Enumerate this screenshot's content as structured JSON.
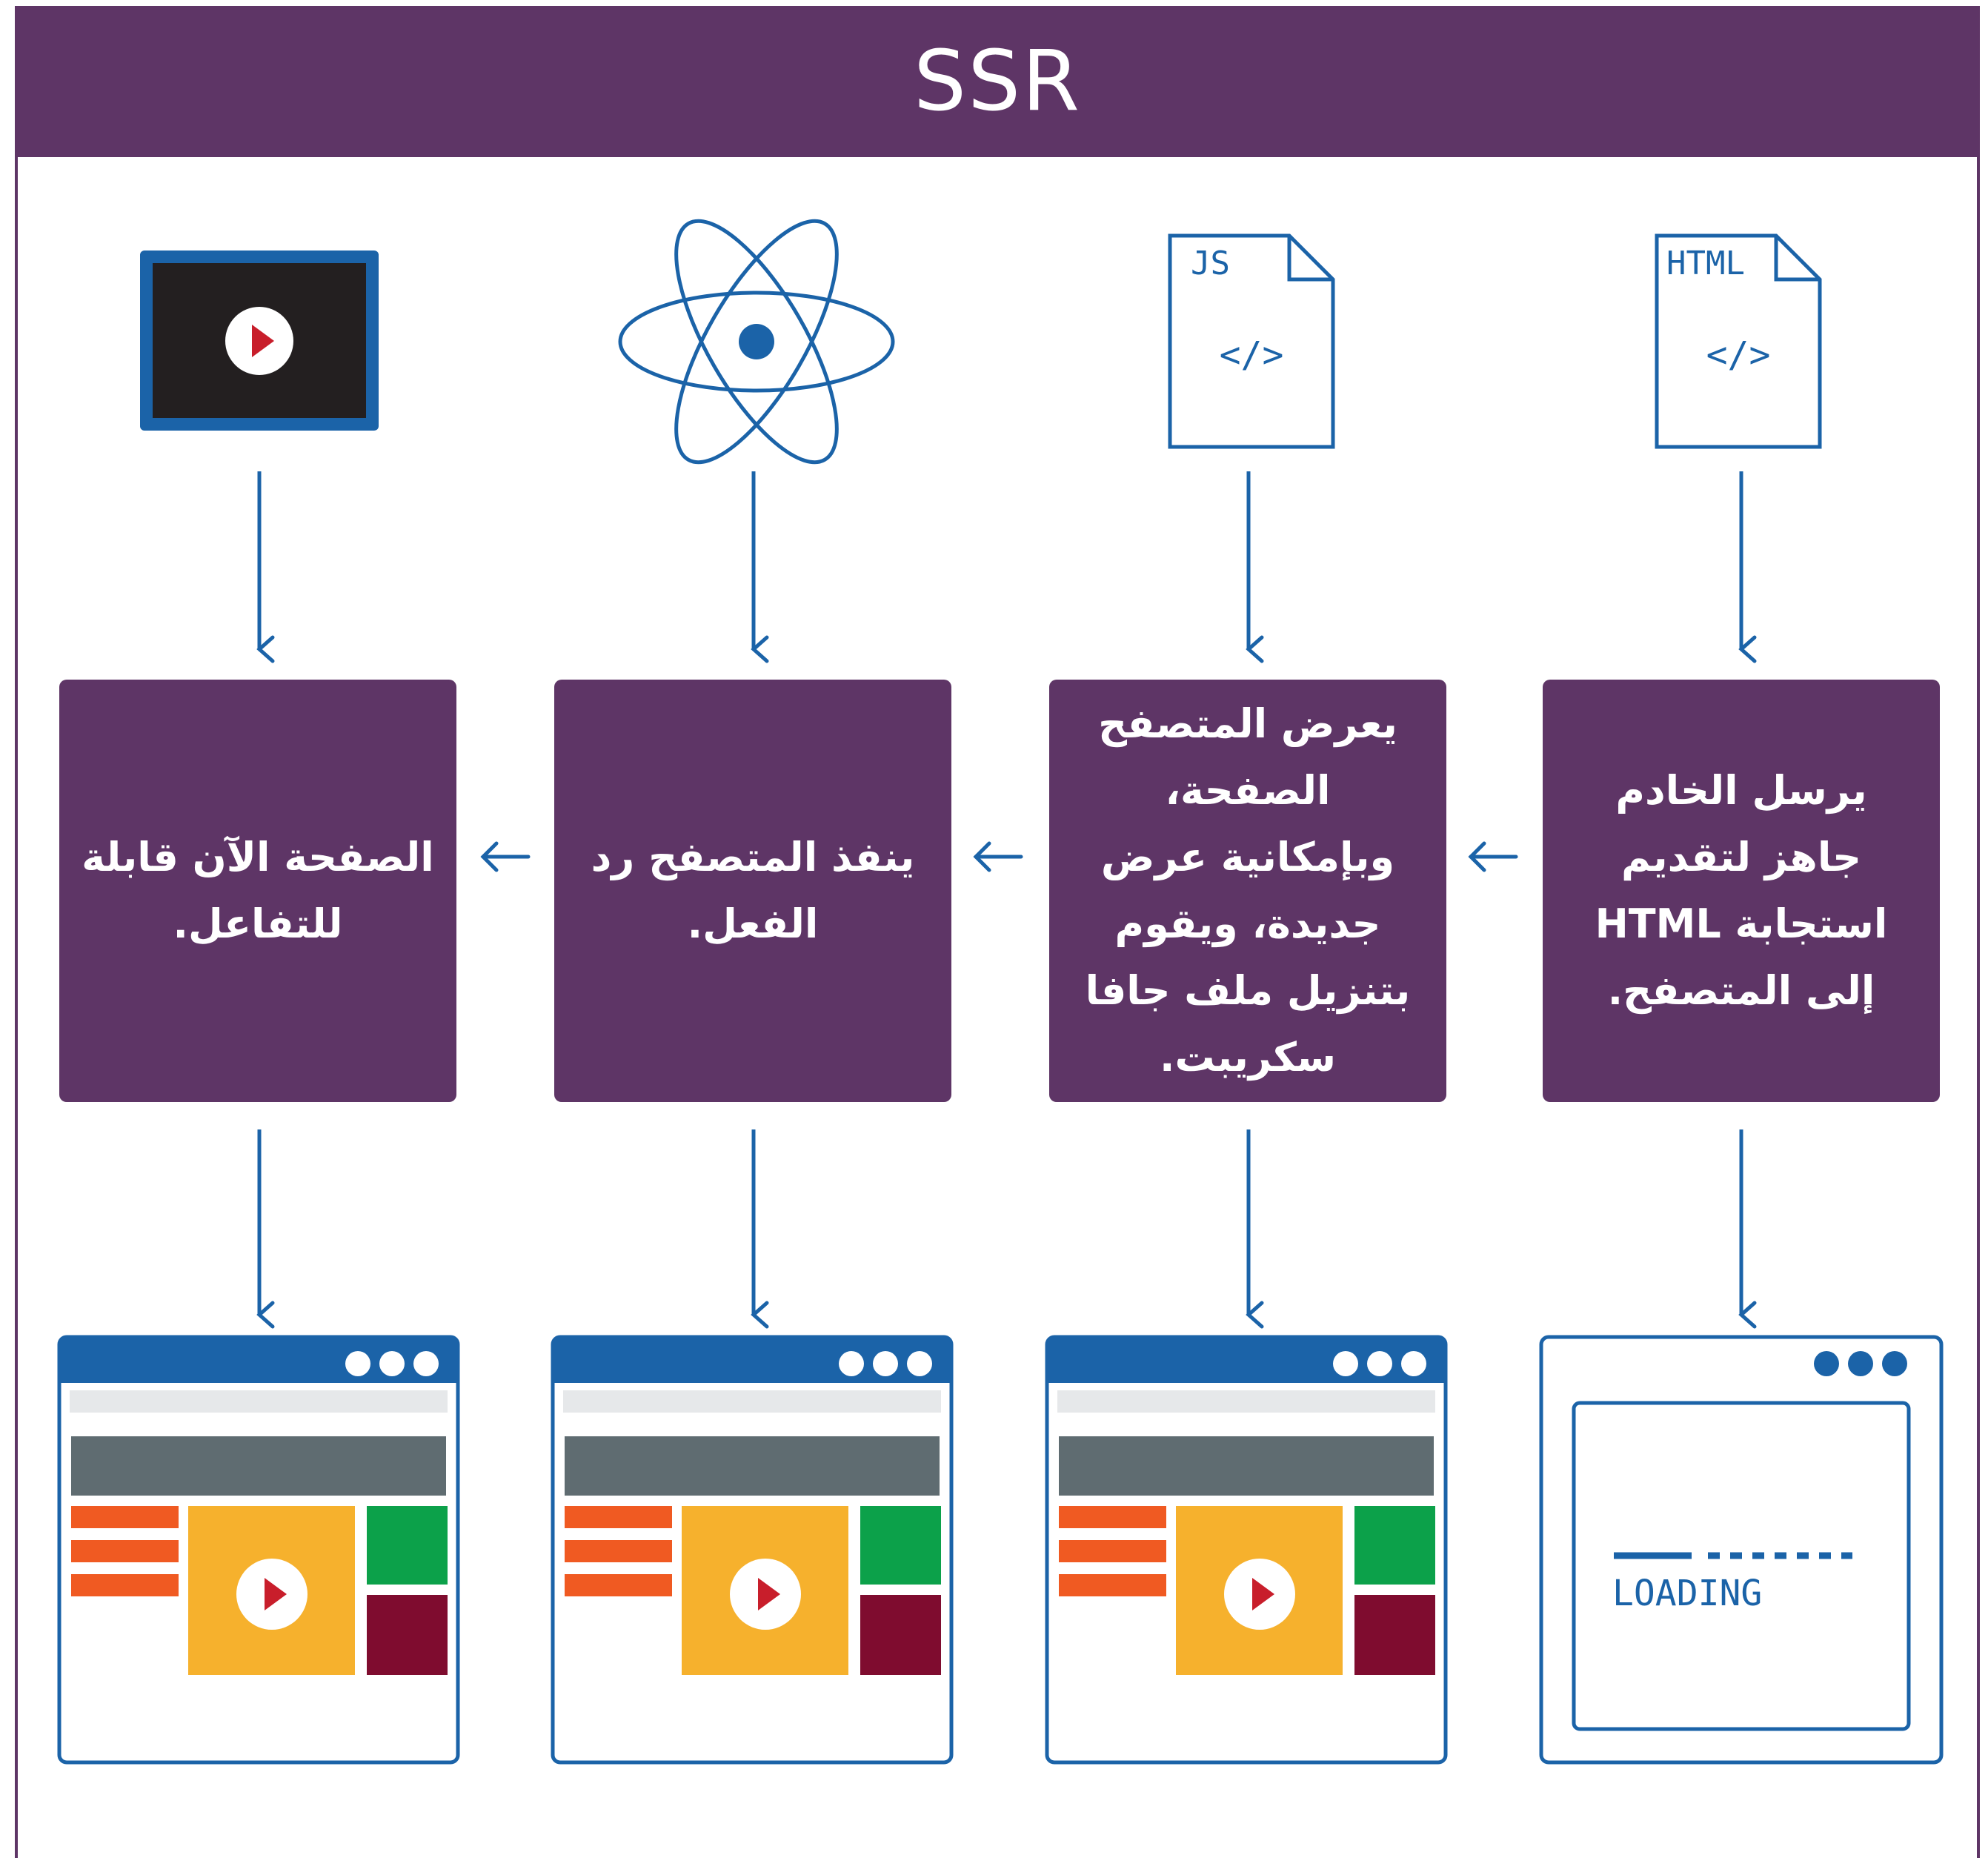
{
  "title": "SSR",
  "colors": {
    "header_purple": "#5e3566",
    "box_purple": "#5e3566",
    "line_blue": "#1b63a8",
    "browser_bar": "#1b63a8",
    "grey_bar": "#5f6c71",
    "orange": "#f05a22",
    "yellow": "#f6b12d",
    "green": "#0ca14a",
    "maroon": "#7f0c2f",
    "play_red": "#c81e2b",
    "video_bg": "#231f20"
  },
  "icons": {
    "html_file": {
      "name": "html-file-icon",
      "label": "HTML",
      "code": "</>"
    },
    "js_file": {
      "name": "js-file-icon",
      "label": "JS",
      "code": "</>"
    },
    "react": {
      "name": "react-atom-icon"
    },
    "video": {
      "name": "video-player-icon"
    }
  },
  "steps": [
    {
      "id": "server-send",
      "text": "يرسل الخادم جاهز لتقديم استجابة HTML إلى المتصفح."
    },
    {
      "id": "browser-render",
      "text": "يعرض المتصفح الصفحة، وبإمكانية عرض جديدة، ويقوم بتنزيل ملف جافا سكريبت."
    },
    {
      "id": "browser-execute",
      "text": "ينفذ المتصفح رد الفعل."
    },
    {
      "id": "page-interactive",
      "text": "الصفحة الآن قابلة للتفاعل."
    }
  ],
  "loading_screen": {
    "text": "LOADING"
  }
}
